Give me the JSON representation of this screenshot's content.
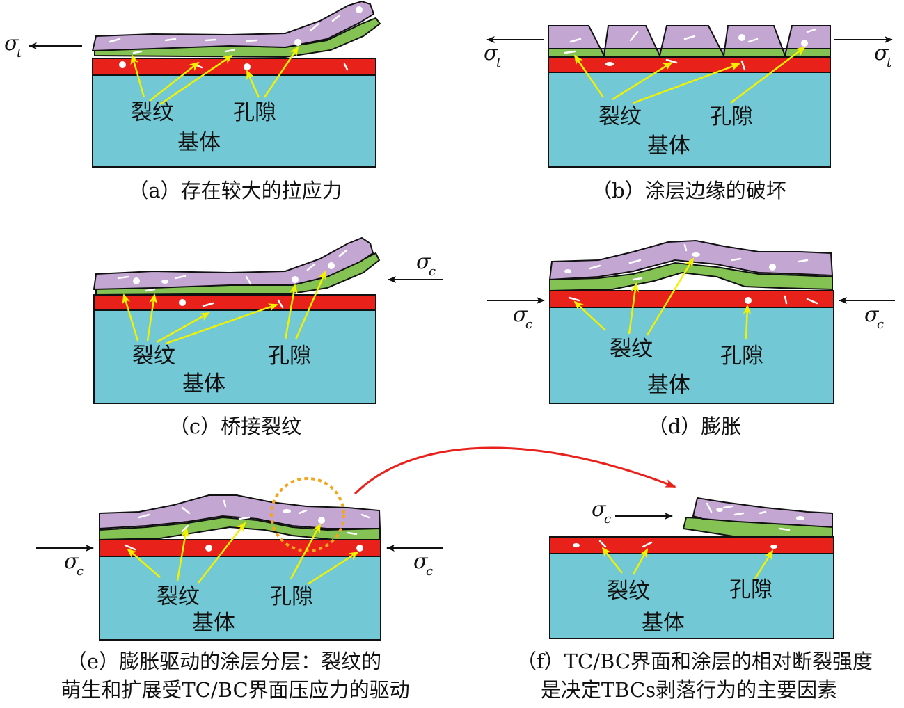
{
  "colors": {
    "substrate": "#72c8d4",
    "bond_coat": "#e8211b",
    "tgo": "#84c254",
    "top_coat": "#c3a6d2",
    "annotation_arrow": "#f2f200",
    "transfer_arrow": "#e8211b",
    "highlight_circle": "#f4a51c"
  },
  "labels": {
    "crack": "裂纹",
    "pore": "孔隙",
    "substrate": "基体",
    "sigma": "σ",
    "tensile_sub": "t",
    "compress_sub": "c"
  },
  "panels": [
    {
      "id": "a",
      "caption": [
        "（a）存在较大的拉应力"
      ]
    },
    {
      "id": "b",
      "caption": [
        "（b）涂层边缘的破坏"
      ]
    },
    {
      "id": "c",
      "caption": [
        "（c）桥接裂纹"
      ]
    },
    {
      "id": "d",
      "caption": [
        "（d）膨胀"
      ]
    },
    {
      "id": "e",
      "caption": [
        "（e）膨胀驱动的涂层分层：裂纹的",
        "萌生和扩展受TC/BC界面压应力的驱动"
      ]
    },
    {
      "id": "f",
      "caption": [
        "（f）TC/BC界面和涂层的相对断裂强度",
        "是决定TBCs剥落行为的主要因素"
      ]
    }
  ]
}
